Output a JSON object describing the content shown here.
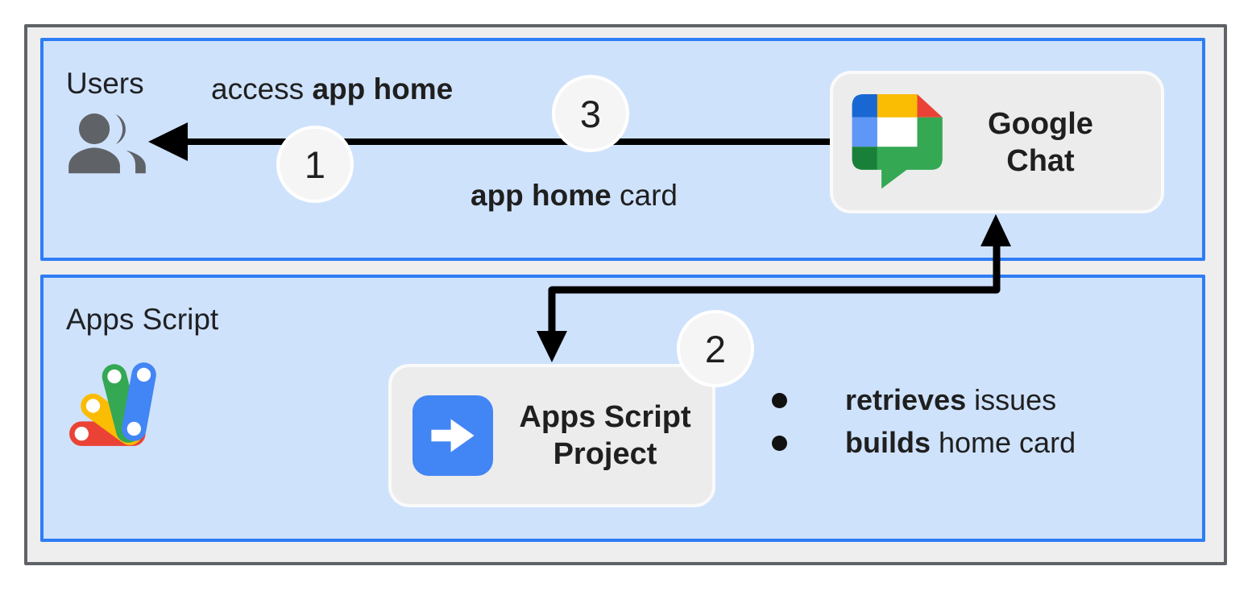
{
  "users": {
    "label": "Users",
    "request_label": {
      "normal": "access ",
      "bold": "app home"
    },
    "response_label": {
      "bold": "app home",
      "normal": " card"
    },
    "chat_card": {
      "line1": "Google",
      "line2": "Chat"
    }
  },
  "apps": {
    "label": "Apps Script",
    "project_card": {
      "line1": "Apps Script",
      "line2": "Project"
    },
    "bullets": [
      {
        "bold": "retrieves",
        "rest": " issues"
      },
      {
        "bold": "builds",
        "rest": " home card"
      }
    ]
  },
  "steps": {
    "one": "1",
    "two": "2",
    "three": "3"
  },
  "colors": {
    "frame_fill": "#eeeeee",
    "frame_border": "#5f6368",
    "panel_fill": "#cfe2fc",
    "panel_border": "#2e7df5",
    "card_fill": "#ececec",
    "card_border": "#fafafa",
    "step_circle_fill": "#f5f5f5",
    "arrow": "#000000",
    "text": "#1f1f1f",
    "users_icon_gray": "#5f6368",
    "script_icon_blue": "#4285f4",
    "google_blue_dark": "#1967d2",
    "google_blue": "#5e97f6",
    "google_green_dark": "#188038",
    "google_green": "#34a853",
    "google_yellow": "#fbbc04",
    "google_red": "#ea4335"
  }
}
